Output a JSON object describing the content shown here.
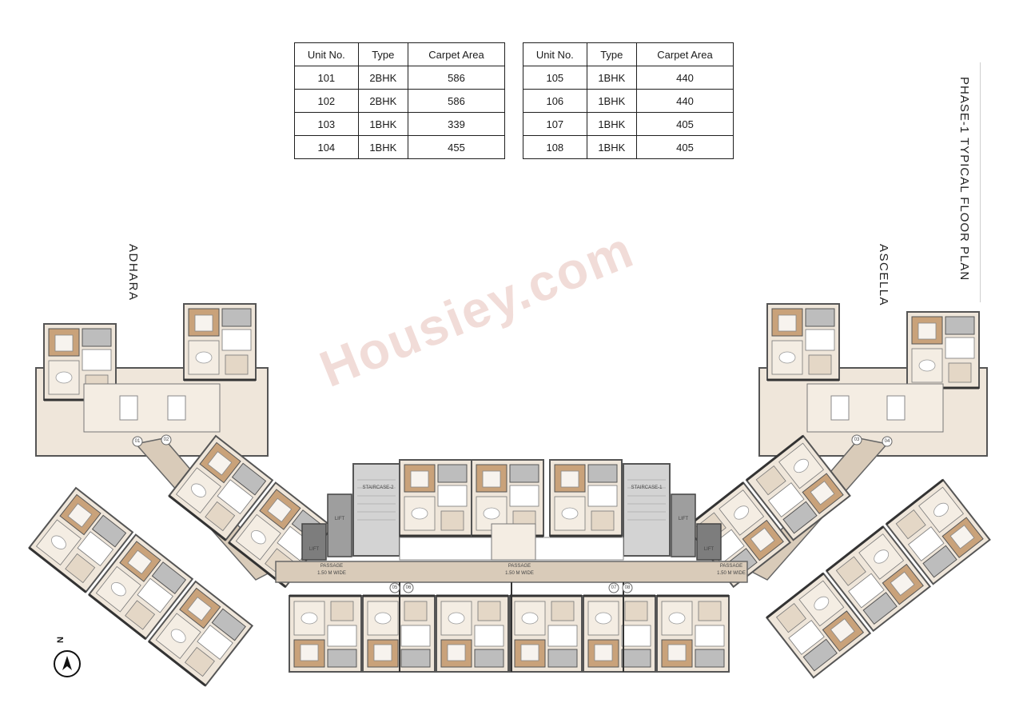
{
  "title": "PHASE-1 TYPICAL FLOOR PLAN",
  "wings": {
    "left": "ADHARA",
    "right": "ASCELLA"
  },
  "tables": [
    {
      "headers": [
        "Unit No.",
        "Type",
        "Carpet Area"
      ],
      "rows": [
        [
          "101",
          "2BHK",
          "586"
        ],
        [
          "102",
          "2BHK",
          "586"
        ],
        [
          "103",
          "1BHK",
          "339"
        ],
        [
          "104",
          "1BHK",
          "455"
        ]
      ]
    },
    {
      "headers": [
        "Unit No.",
        "Type",
        "Carpet Area"
      ],
      "rows": [
        [
          "105",
          "1BHK",
          "440"
        ],
        [
          "106",
          "1BHK",
          "440"
        ],
        [
          "107",
          "1BHK",
          "405"
        ],
        [
          "108",
          "1BHK",
          "405"
        ]
      ]
    }
  ],
  "plan_labels": {
    "staircase_2": "STAIRCASE-2",
    "staircase_1": "STAIRCASE-1",
    "passage": "PASSAGE",
    "passage_width": "1.50 M WIDE",
    "lift": "LIFT"
  },
  "unit_tags": [
    "01",
    "02",
    "03",
    "04",
    "05",
    "06",
    "07",
    "08"
  ],
  "north_label": "N",
  "watermark": "Housiey.com",
  "colors": {
    "wood": "#c9a27a",
    "floor": "#efe6da",
    "corridor": "#d9cbb9",
    "wall": "#555555",
    "grey": "#bdbdbd"
  }
}
